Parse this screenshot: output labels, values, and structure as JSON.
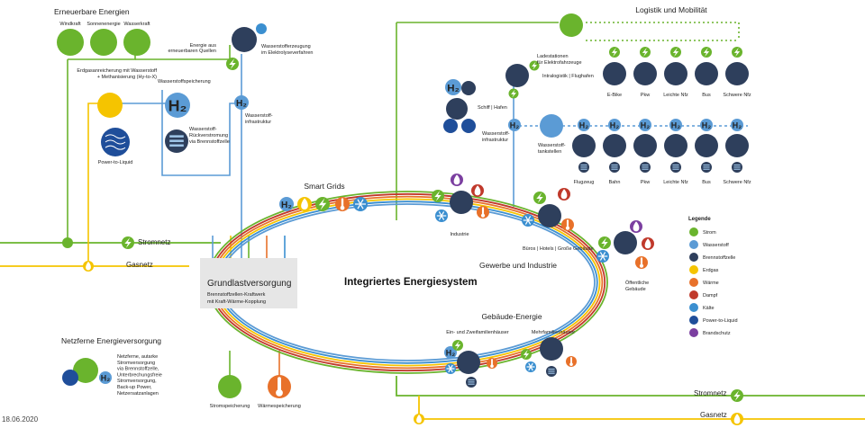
{
  "title": "Integriertes Energiesystem",
  "date": "18.06.2020",
  "colors": {
    "strom": "#6ab42d",
    "wasserstoff": "#5b9bd5",
    "brennstoffzelle": "#2e3f5c",
    "erdgas": "#f5c400",
    "waerme": "#e8712a",
    "dampf": "#c0392b",
    "kaelte": "#3b8fd0",
    "ptl": "#1f4e9a",
    "brandschutz": "#7b3fa0"
  },
  "sections": {
    "erneuerbare": "Erneuerbare Energien",
    "logistik": "Logistik und Mobilität",
    "netzferne": "Netzferne Energieversorgung",
    "smart_grids": "Smart Grids",
    "gewerbe": "Gewerbe und Industrie",
    "gebaeude": "Gebäude-Energie"
  },
  "renewables": [
    "Windkraft",
    "Sonnenenergie",
    "Wasserkraft"
  ],
  "labels": {
    "energie_aus": [
      "Energie aus",
      "erneuerbaren Quellen"
    ],
    "wasserstofferzeugung": [
      "Wasserstofferzeugung",
      "im Elektrolyseverfahren"
    ],
    "erdgasanreicherung": [
      "Erdgasanreicherung mit Wasserstoff",
      "+ Methanisierung (Hy-to-X)"
    ],
    "wasserstoffspeicherung": "Wasserstoffspeicherung",
    "ptl": "Power-to-Liquid",
    "rueckverstromung": [
      "Wasserstoff-",
      "Rückverstromung",
      "via Brennstoffzelle"
    ],
    "h2_infra_left": [
      "Wasserstoff-",
      "infrastruktur"
    ],
    "h2_infra_mid": [
      "Wasserstoff-",
      "infrastruktur"
    ],
    "ladestationen": [
      "Ladestationen",
      "für Elektrofahrzeuge"
    ],
    "intralogistik": "Intralogistik | Flughafen",
    "schiff": "Schiff | Hafen",
    "tankstellen": [
      "Wasserstoff-",
      "tankstellen"
    ],
    "industrie": "Industrie",
    "bueros": "Büros | Hotels | Große Gebäude",
    "oeffentliche": [
      "Öffentliche",
      "Gebäude"
    ],
    "ein_zwei": "Ein- und Zweifamilienhäuser",
    "mehrfamilien": "Mehrfamilienhäuser",
    "stromnetz": "Stromnetz",
    "gasnetz": "Gasnetz",
    "grund_title": "Grundlastversorgung",
    "grund_sub": [
      "Brennstoffzellen-Kraftwerk",
      "mit Kraft-Wärme-Kopplung"
    ],
    "stromspeicherung": "Stromspeicherung",
    "waermespeicherung": "Wärmespeicherung",
    "netzferne_desc": [
      "Netzferne, autarke",
      "Stromversorgung",
      "via Brennstoffzelle,",
      "Unterbrechungsfreie",
      "Stromversorgung,",
      "Back-up Power,",
      "Netzersatzanlagen"
    ]
  },
  "vehicles_top": [
    "E-Bike",
    "Pkw",
    "Leichte Nfz",
    "Bus",
    "Schwere Nfz"
  ],
  "vehicles_bottom": [
    "Flugzeug",
    "Bahn",
    "Pkw",
    "Leichte Nfz",
    "Bus",
    "Schwere Nfz"
  ],
  "legend": {
    "title": "Legende",
    "items": [
      {
        "label": "Strom",
        "color": "#6ab42d",
        "icon": "lightning-icon"
      },
      {
        "label": "Wasserstoff",
        "color": "#5b9bd5",
        "icon": "h2-icon"
      },
      {
        "label": "Brennstoffzelle",
        "color": "#2e3f5c",
        "icon": "fuel-cell-icon"
      },
      {
        "label": "Erdgas",
        "color": "#f5c400",
        "icon": "flame-icon"
      },
      {
        "label": "Wärme",
        "color": "#e8712a",
        "icon": "thermometer-icon"
      },
      {
        "label": "Dampf",
        "color": "#c0392b",
        "icon": "steam-icon"
      },
      {
        "label": "Kälte",
        "color": "#3b8fd0",
        "icon": "snowflake-icon"
      },
      {
        "label": "Power-to-Liquid",
        "color": "#1f4e9a",
        "icon": "waves-icon"
      },
      {
        "label": "Brandschutz",
        "color": "#7b3fa0",
        "icon": "fire-protection-icon"
      }
    ]
  }
}
